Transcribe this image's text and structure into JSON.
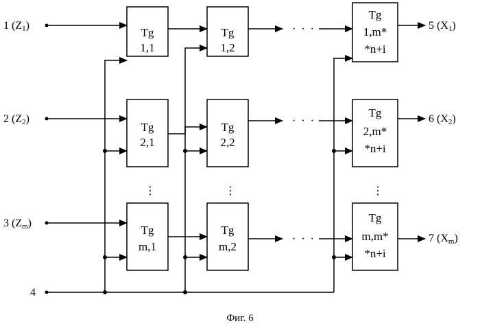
{
  "figure": {
    "caption": "Фиг. 6"
  },
  "inputs": [
    {
      "num": "1",
      "letter": "Z",
      "sub": "1"
    },
    {
      "num": "2",
      "letter": "Z",
      "sub": "2"
    },
    {
      "num": "3",
      "letter": "Z",
      "sub": "m"
    }
  ],
  "control_input": "4",
  "outputs": [
    {
      "num": "5",
      "letter": "X",
      "sub": "1"
    },
    {
      "num": "6",
      "letter": "X",
      "sub": "2"
    },
    {
      "num": "7",
      "letter": "X",
      "sub": "m"
    }
  ],
  "blocks": [
    {
      "lines": [
        "Tg",
        "1,1"
      ]
    },
    {
      "lines": [
        "Tg",
        "1,2"
      ]
    },
    {
      "lines": [
        "Tg",
        "1,m*",
        "*n+i"
      ]
    },
    {
      "lines": [
        "Tg",
        "2,1"
      ]
    },
    {
      "lines": [
        "Tg",
        "2,2"
      ]
    },
    {
      "lines": [
        "Tg",
        "2,m*",
        "*n+i"
      ]
    },
    {
      "lines": [
        "Tg",
        "m,1"
      ]
    },
    {
      "lines": [
        "Tg",
        "m,2"
      ]
    },
    {
      "lines": [
        "Tg",
        "m,m*",
        "*n+i"
      ]
    }
  ],
  "ellipsis_h": "· · ·",
  "ellipsis_v": "⋮"
}
